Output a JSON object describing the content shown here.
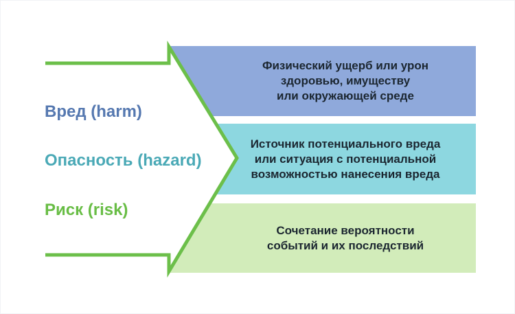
{
  "background": "#ffffff",
  "arrow": {
    "color": "#6cbf4a",
    "fill": "#ffffff"
  },
  "text_color": "#1b2630",
  "terms": [
    {
      "text": "Вред (harm)",
      "color": "#5578b0"
    },
    {
      "text": "Опасность (hazard)",
      "color": "#4aa9b6"
    },
    {
      "text": "Риск (risk)",
      "color": "#68bd45"
    }
  ],
  "boxes": [
    {
      "term": "harm",
      "text": "Физический ущерб или урон\nздоровью, имуществу\nили окружающей среде",
      "bg": "#8fa9db"
    },
    {
      "term": "hazard",
      "text": "Источник потенциального вреда\nили ситуация с потенциальной\nвозможностью нанесения вреда",
      "bg": "#8dd7e0"
    },
    {
      "term": "risk",
      "text": "Сочетание вероятности\nсобытий и их последствий",
      "bg": "#d2ecba"
    }
  ]
}
